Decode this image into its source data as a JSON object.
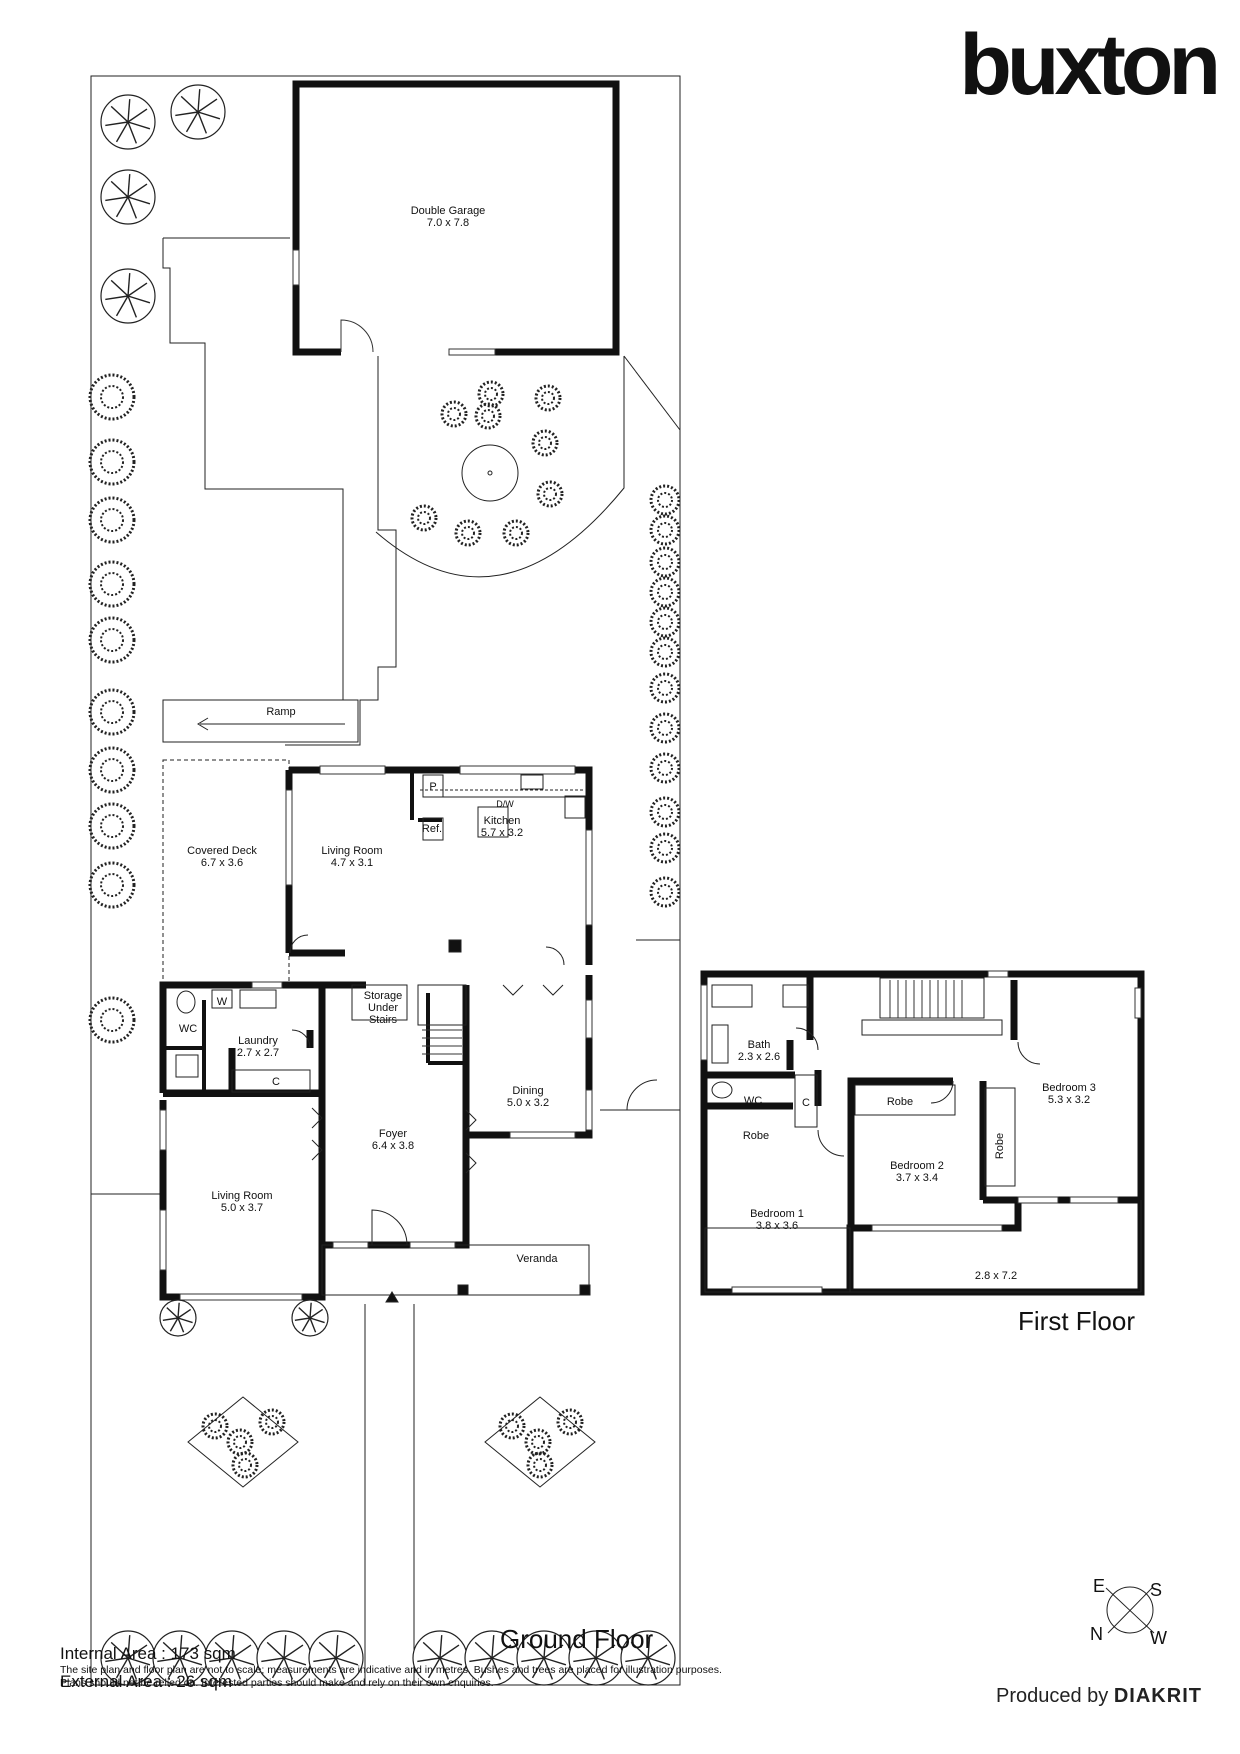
{
  "brand": {
    "logo": "buxton"
  },
  "rooms": {
    "double_garage": {
      "name": "Double Garage",
      "size": "7.0 x 7.8"
    },
    "ramp": {
      "name": "Ramp"
    },
    "covered_deck": {
      "name": "Covered Deck",
      "size": "6.7 x 3.6"
    },
    "living_room_1": {
      "name": "Living Room",
      "size": "4.7 x 3.1"
    },
    "kitchen": {
      "name": "Kitchen",
      "size": "5.7 x 3.2",
      "pantry": "P",
      "fridge": "Ref.",
      "dishwasher": "D/W"
    },
    "storage": {
      "name": "Storage Under Stairs"
    },
    "laundry": {
      "name": "Laundry",
      "size": "2.7 x 2.7",
      "washer": "W",
      "cupboard": "C"
    },
    "wc_ground": {
      "name": "WC"
    },
    "foyer": {
      "name": "Foyer",
      "size": "6.4 x 3.8"
    },
    "dining": {
      "name": "Dining",
      "size": "5.0 x 3.2"
    },
    "living_room_2": {
      "name": "Living Room",
      "size": "5.0 x 3.7"
    },
    "veranda": {
      "name": "Veranda"
    },
    "bath": {
      "name": "Bath",
      "size": "2.3 x 2.6"
    },
    "wc_first": {
      "name": "WC"
    },
    "linen": {
      "name": "C"
    },
    "robe_1": {
      "name": "Robe"
    },
    "robe_2": {
      "name": "Robe"
    },
    "robe_3": {
      "name": "Robe"
    },
    "bedroom_1": {
      "name": "Bedroom 1",
      "size": "3.8 x 3.6"
    },
    "bedroom_2": {
      "name": "Bedroom 2",
      "size": "3.7 x 3.4"
    },
    "bedroom_3": {
      "name": "Bedroom 3",
      "size": "5.3 x 3.2"
    },
    "balcony": {
      "size": "2.8 x 7.2"
    }
  },
  "floors": {
    "ground": "Ground Floor",
    "first": "First Floor"
  },
  "areas": {
    "internal": "Internal Area : 173 sqm",
    "external": "External Area : 26 sqm"
  },
  "disclaimer": {
    "line1": "The site plan and floor plan are not to scale; measurements are indicative and in metres. Bushes and trees are placed for illustration purposes.",
    "line2": "Plans should not be relied on. Interested parties should make and rely on their own enquiries."
  },
  "credit": {
    "prefix": "Produced by",
    "brand": "DIAKRIT"
  },
  "compass": {
    "e": "E",
    "s": "S",
    "n": "N",
    "w": "W"
  }
}
